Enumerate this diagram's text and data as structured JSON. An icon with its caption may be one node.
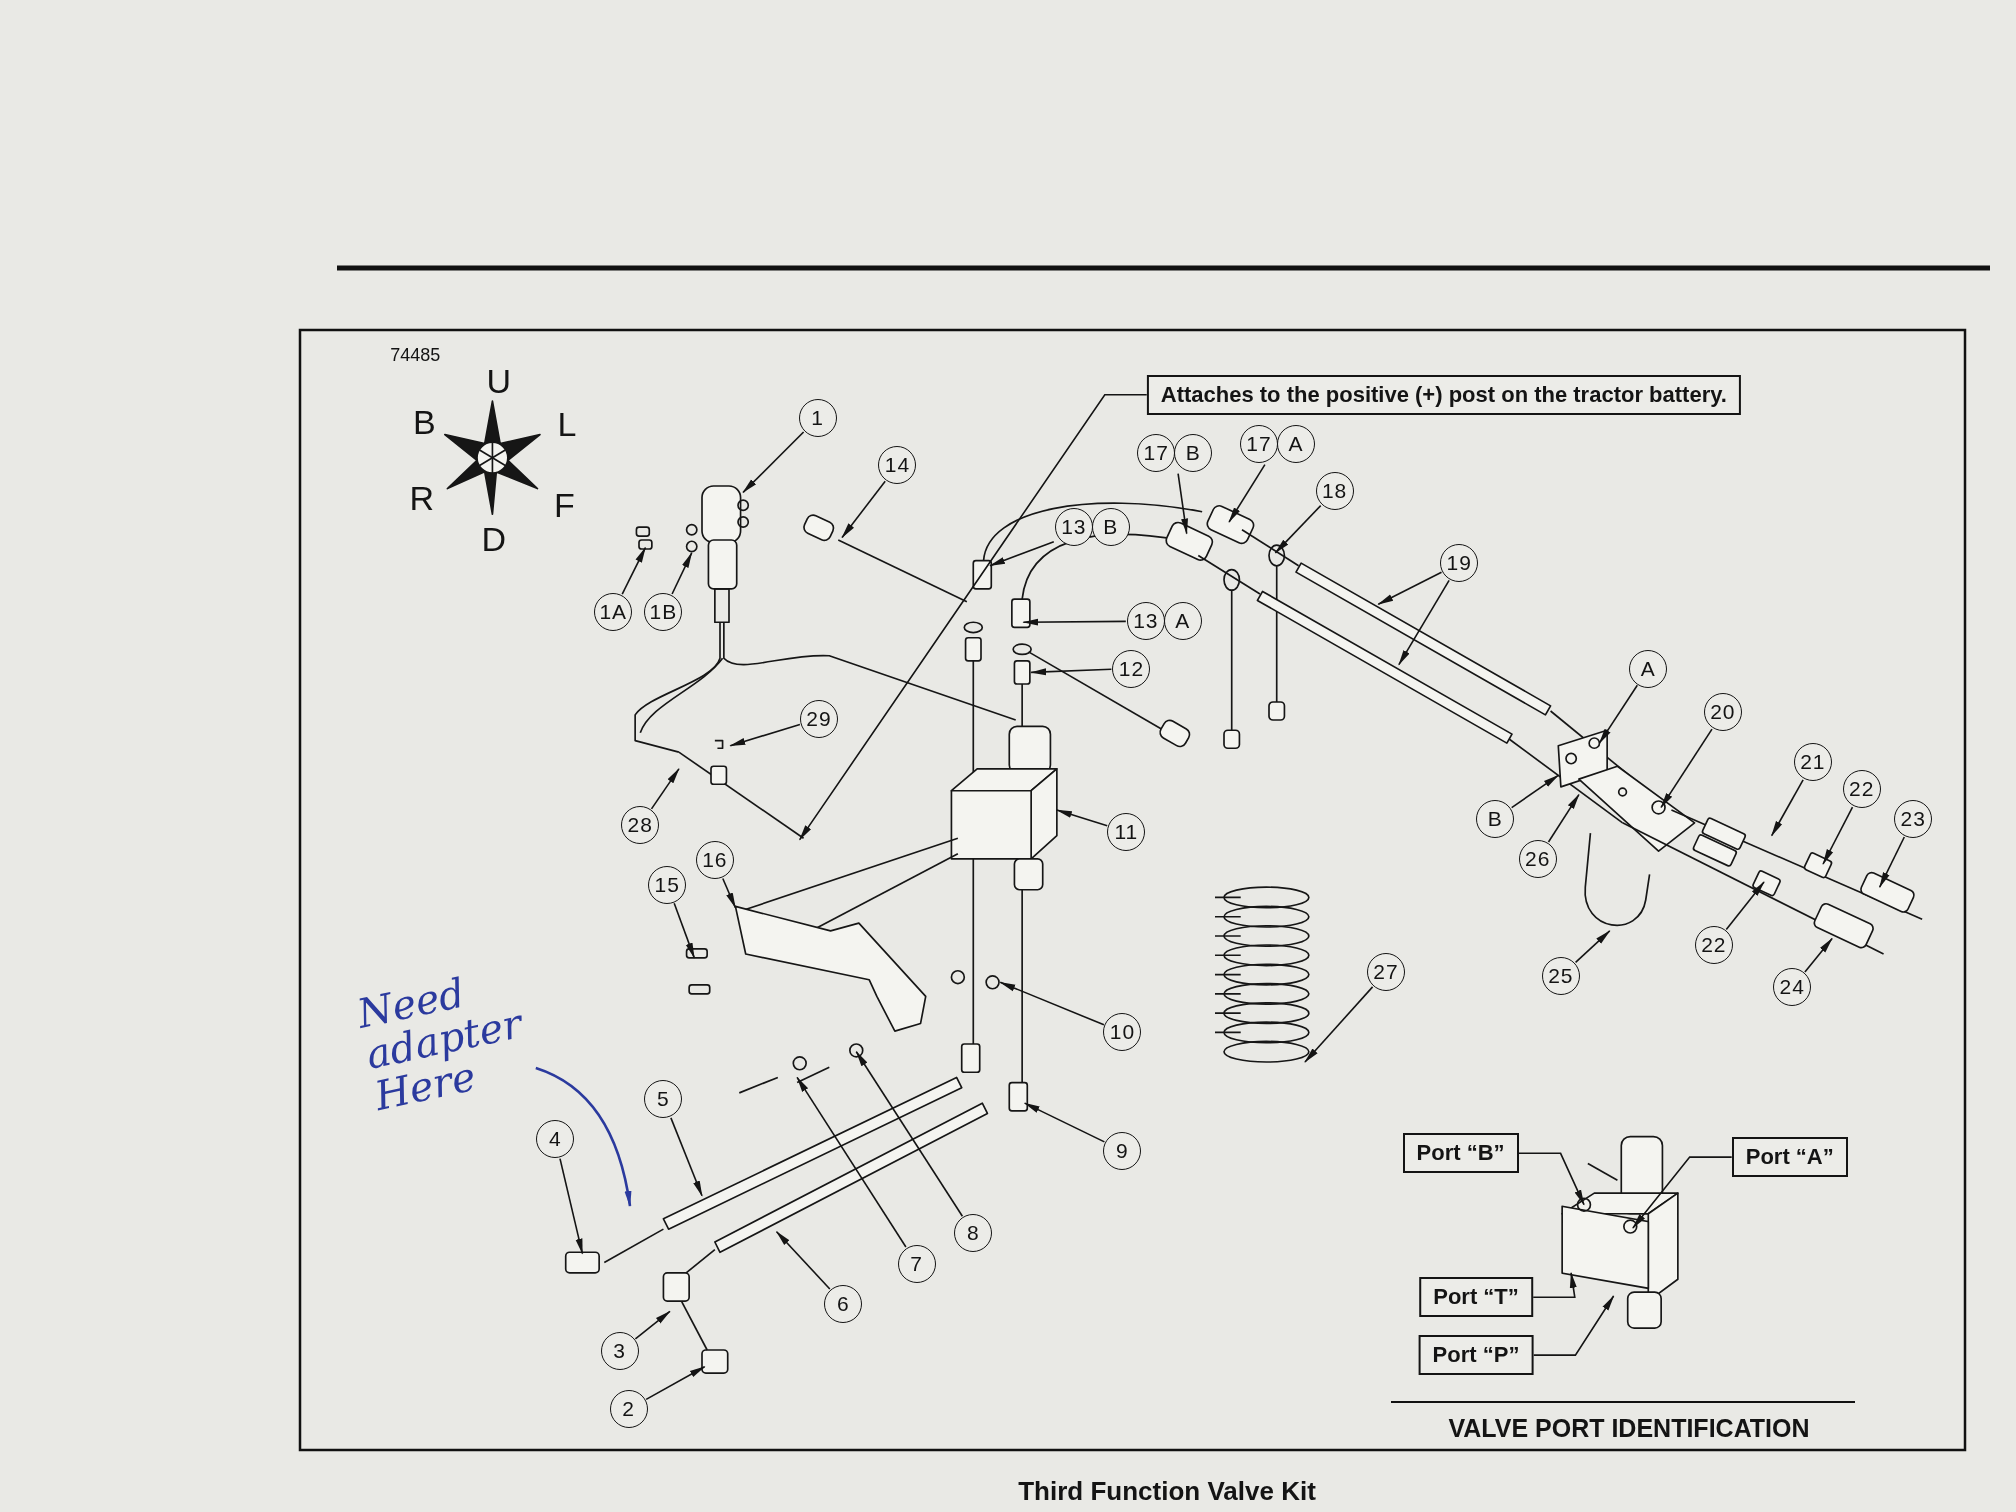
{
  "diagram": {
    "caption": "Third Function Valve Kit",
    "nodes": [
      {
        "text": [
          "Attaches to the positive (+) post on the tractor battery."
        ]
      },
      {
        "text": [
          "1"
        ]
      },
      {
        "text": [
          "1A"
        ]
      },
      {
        "text": [
          "1B"
        ]
      },
      {
        "text": [
          "14"
        ]
      },
      {
        "text": [
          "17",
          "B"
        ]
      },
      {
        "text": [
          "17",
          "A"
        ]
      },
      {
        "text": [
          "18"
        ]
      },
      {
        "text": [
          "13",
          "B"
        ]
      },
      {
        "text": [
          "13",
          "A"
        ]
      },
      {
        "text": [
          "19"
        ]
      },
      {
        "text": [
          "12"
        ]
      },
      {
        "text": [
          "A"
        ]
      },
      {
        "text": [
          "20"
        ]
      },
      {
        "text": [
          "29"
        ]
      },
      {
        "text": [
          "21"
        ]
      },
      {
        "text": [
          "22"
        ]
      },
      {
        "text": [
          "23"
        ]
      },
      {
        "text": [
          "B"
        ]
      },
      {
        "text": [
          "28"
        ]
      },
      {
        "text": [
          "11"
        ]
      },
      {
        "text": [
          "26"
        ]
      },
      {
        "text": [
          "16"
        ]
      },
      {
        "text": [
          "15"
        ]
      },
      {
        "text": [
          "22"
        ]
      },
      {
        "text": [
          "27"
        ]
      },
      {
        "text": [
          "25"
        ]
      },
      {
        "text": [
          "24"
        ]
      },
      {
        "text": [
          "10"
        ]
      },
      {
        "text": [
          "Need adapter Here"
        ]
      },
      {
        "text": [
          "5"
        ]
      },
      {
        "text": [
          "4"
        ]
      },
      {
        "text": [
          "9"
        ]
      },
      {
        "text": [
          "Port “B”"
        ]
      },
      {
        "text": [
          "Port “A”"
        ]
      },
      {
        "text": [
          "8"
        ]
      },
      {
        "text": [
          "7"
        ]
      },
      {
        "text": [
          "Port “T”"
        ]
      },
      {
        "text": [
          "6"
        ]
      },
      {
        "text": [
          "Port “P”"
        ]
      },
      {
        "text": [
          "3"
        ]
      },
      {
        "text": [
          "2"
        ]
      }
    ],
    "edges": [
      {
        "from": 0,
        "to": null,
        "arrow": "to"
      },
      {
        "from": 1,
        "to": null,
        "arrow": "to"
      },
      {
        "from": 2,
        "to": null,
        "arrow": "to"
      },
      {
        "from": 3,
        "to": null,
        "arrow": "to"
      },
      {
        "from": 4,
        "to": null,
        "arrow": "to"
      },
      {
        "from": 5,
        "to": null,
        "arrow": "to"
      },
      {
        "from": 6,
        "to": null,
        "arrow": "to"
      },
      {
        "from": 7,
        "to": null,
        "arrow": "to"
      },
      {
        "from": 8,
        "to": null,
        "arrow": "to"
      },
      {
        "from": 9,
        "to": null,
        "arrow": "to"
      },
      {
        "from": 10,
        "to": null,
        "arrow": "to"
      },
      {
        "from": 10,
        "to": null,
        "arrow": "to"
      },
      {
        "from": 11,
        "to": null,
        "arrow": "to"
      },
      {
        "from": 12,
        "to": null,
        "arrow": "to"
      },
      {
        "from": 13,
        "to": null,
        "arrow": "to"
      },
      {
        "from": 14,
        "to": null,
        "arrow": "to"
      },
      {
        "from": 15,
        "to": null,
        "arrow": "to"
      },
      {
        "from": 16,
        "to": null,
        "arrow": "to"
      },
      {
        "from": 17,
        "to": null,
        "arrow": "to"
      },
      {
        "from": 18,
        "to": null,
        "arrow": "to"
      },
      {
        "from": 19,
        "to": null,
        "arrow": "to"
      },
      {
        "from": 20,
        "to": null,
        "arrow": "to"
      },
      {
        "from": 21,
        "to": null,
        "arrow": "to"
      },
      {
        "from": 22,
        "to": null,
        "arrow": "to"
      },
      {
        "from": 23,
        "to": null,
        "arrow": "to"
      },
      {
        "from": 24,
        "to": null,
        "arrow": "to"
      },
      {
        "from": 25,
        "to": null,
        "arrow": "to"
      },
      {
        "from": 26,
        "to": null,
        "arrow": "to"
      },
      {
        "from": 27,
        "to": null,
        "arrow": "to"
      },
      {
        "from": 28,
        "to": null,
        "arrow": "to"
      },
      {
        "from": 29,
        "to": null,
        "arrow": "to",
        "color": "#2b3a9e"
      },
      {
        "from": 30,
        "to": null,
        "arrow": "to"
      },
      {
        "from": 31,
        "to": null,
        "arrow": "to"
      },
      {
        "from": 32,
        "to": null,
        "arrow": "to"
      },
      {
        "from": 33,
        "to": null,
        "arrow": "to"
      },
      {
        "from": 34,
        "to": null,
        "arrow": "to"
      },
      {
        "from": 35,
        "to": null,
        "arrow": "to"
      },
      {
        "from": 36,
        "to": null,
        "arrow": "to"
      },
      {
        "from": 37,
        "to": null,
        "arrow": "to"
      },
      {
        "from": 38,
        "to": null,
        "arrow": "to"
      },
      {
        "from": 39,
        "to": null,
        "arrow": "to"
      },
      {
        "from": 40,
        "to": null,
        "arrow": "to"
      },
      {
        "from": 41,
        "to": null,
        "arrow": "to"
      }
    ],
    "labels": [
      "74485",
      "U",
      "B",
      "L",
      "R",
      "F",
      "D",
      "VALVE PORT IDENTIFICATION"
    ]
  }
}
